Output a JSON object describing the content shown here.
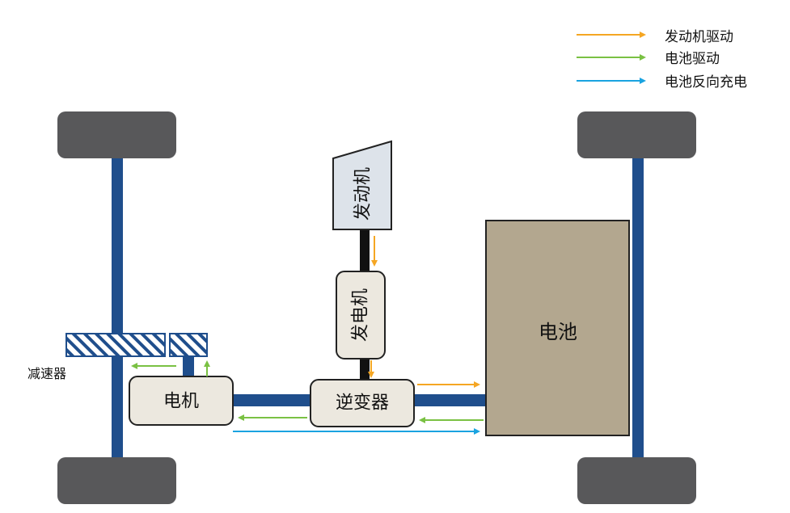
{
  "legend": {
    "engine_drive": "发动机驱动",
    "battery_drive": "电池驱动",
    "battery_reverse_charge": "电池反向充电"
  },
  "components": {
    "engine": "发动机",
    "generator": "发电机",
    "battery": "电池",
    "inverter": "逆变器",
    "motor": "电机",
    "reducer": "减速器"
  },
  "colors": {
    "engine_drive": "#f5a623",
    "battery_drive": "#7ac143",
    "battery_reverse_charge": "#1aa3e0",
    "shaft": "#1f4e8c",
    "wheel": "#58585a",
    "box_fill": "#ece8df",
    "battery_fill": "#b3a78f"
  }
}
